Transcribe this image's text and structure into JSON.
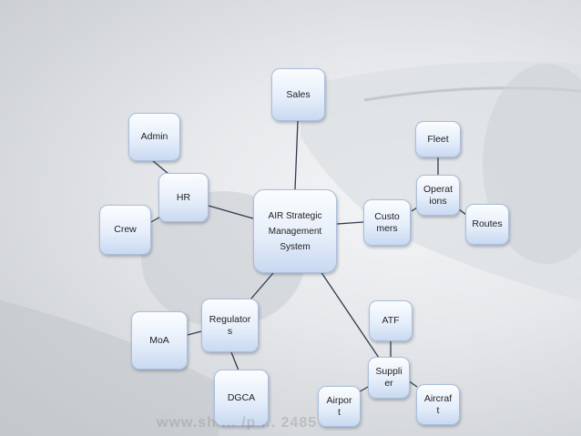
{
  "diagram": {
    "center": [
      "AIR Strategic",
      "Management",
      "System"
    ],
    "sales": "Sales",
    "admin": "Admin",
    "hr": "HR",
    "crew": "Crew",
    "fleet": "Fleet",
    "operations": [
      "Operat",
      "ions"
    ],
    "customers": [
      "Custo",
      "mers"
    ],
    "routes": "Routes",
    "regulators": [
      "Regulator",
      "s"
    ],
    "moa": "MoA",
    "dgca": "DGCA",
    "atf": "ATF",
    "suppliers": [
      "Suppli",
      "er"
    ],
    "airport": [
      "Airpor",
      "t"
    ],
    "aircraft": [
      "Aircraf",
      "t"
    ]
  },
  "watermark": "www.sh  ...  /p  ...  2485",
  "colors": {
    "edge": "#2f3b4c",
    "node_border": "#a9bfdc",
    "node_fill_bottom": "#c9d9f1"
  }
}
